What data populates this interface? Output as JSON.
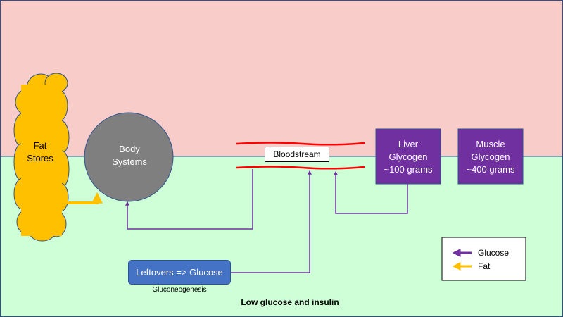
{
  "labels": {
    "fat_stores": "Fat\nStores",
    "body_systems": "Body\nSystems",
    "bloodstream": "Bloodstream",
    "liver": "Liver\nGlycogen\n~100 grams",
    "muscle": "Muscle\nGlycogen\n~400 grams",
    "leftovers": "Leftovers => Glucose",
    "gluconeogenesis": "Gluconeogenesis",
    "caption": "Low glucose and insulin"
  },
  "legend": [
    {
      "label": "Glucose",
      "color": "#7030a0"
    },
    {
      "label": "Fat",
      "color": "#ffc000"
    }
  ],
  "colors": {
    "top_band": "#f8ccc9",
    "bottom_band": "#cfffd6",
    "glucose_arrow": "#7030a0",
    "fat_arrow": "#ffc000",
    "fat_cloud": "#ffc000",
    "body_circle": "#7f7f7f",
    "glycogen_box": "#7030a0",
    "vessel_line": "#ff0000",
    "leftovers_box": "#4472c4"
  }
}
